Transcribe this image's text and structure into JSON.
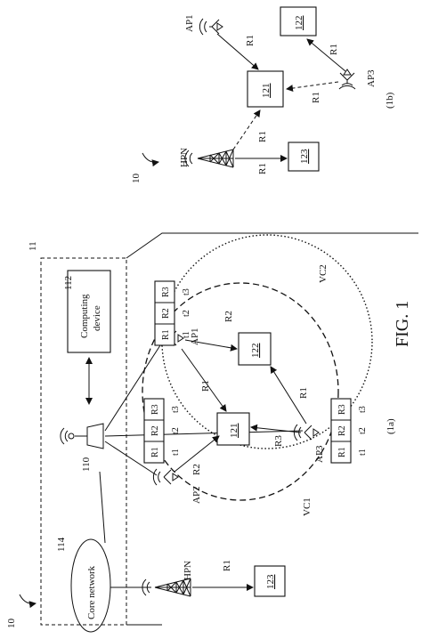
{
  "figure_title": "FIG. 1",
  "panel_a": {
    "caption": "(1a)",
    "system_ref": "10",
    "core_block_ref": "11",
    "computing_device": {
      "ref": "112",
      "label_line1": "Computing",
      "label_line2": "device"
    },
    "core_network": {
      "ref": "114",
      "label": "Core network"
    },
    "server_ref": "110",
    "hpn": {
      "label": "HPN",
      "link_label": "R1",
      "target": "123"
    },
    "ap1": {
      "label": "AP1",
      "slots": [
        "R1",
        "R2",
        "R3"
      ],
      "times": [
        "t1",
        "t2",
        "t3"
      ]
    },
    "ap2": {
      "label": "AP2",
      "slots": [
        "R1",
        "R2",
        "R3"
      ],
      "times": [
        "t1",
        "t2",
        "t3"
      ]
    },
    "ap3": {
      "label": "AP3",
      "slots": [
        "R1",
        "R2",
        "R3"
      ],
      "times": [
        "t1",
        "t2",
        "t3"
      ]
    },
    "ue_121": "121",
    "ue_122": "122",
    "vc1": "VC1",
    "vc2": "VC2",
    "links": {
      "ap2_121": "R2",
      "ap1_121": "R1",
      "ap1_122": "R2",
      "ap3_121": "R3",
      "ap3_122": "R1"
    }
  },
  "panel_b": {
    "caption": "(1b)",
    "system_ref": "10",
    "ap1": "AP1",
    "ap3": "AP3",
    "hpn": "HPN",
    "ue_121": "121",
    "ue_122": "122",
    "ue_123": "123",
    "links": {
      "ap1_121": "R1",
      "ap3_122": "R1",
      "ap3_121": "R1",
      "hpn_121": "R1",
      "hpn_123": "R1"
    }
  }
}
